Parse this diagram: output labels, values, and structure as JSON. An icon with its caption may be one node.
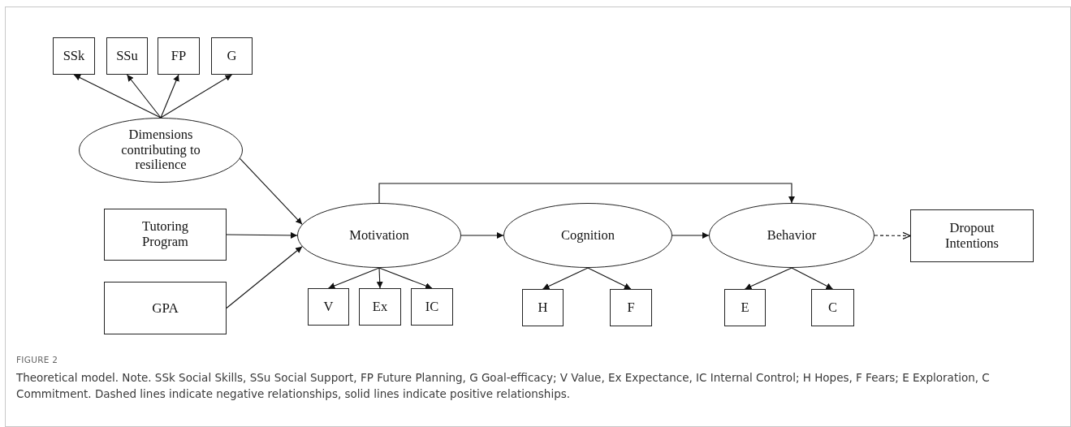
{
  "diagram": {
    "nodes": [
      {
        "text": [
          "SSk"
        ]
      },
      {
        "text": [
          "SSu"
        ]
      },
      {
        "text": [
          "FP"
        ]
      },
      {
        "text": [
          "G"
        ]
      },
      {
        "text": [
          "Dimensions contributing to resilience"
        ]
      },
      {
        "text": [
          "Tutoring Program"
        ]
      },
      {
        "text": [
          "GPA"
        ]
      },
      {
        "text": [
          "Motivation"
        ]
      },
      {
        "text": [
          "Cognition"
        ]
      },
      {
        "text": [
          "Behavior"
        ]
      },
      {
        "text": [
          "Dropout Intentions"
        ]
      },
      {
        "text": [
          "V"
        ]
      },
      {
        "text": [
          "Ex"
        ]
      },
      {
        "text": [
          "IC"
        ]
      },
      {
        "text": [
          "H"
        ]
      },
      {
        "text": [
          "F"
        ]
      },
      {
        "text": [
          "E"
        ]
      },
      {
        "text": [
          "C"
        ]
      }
    ],
    "edges": [
      {
        "from": 4,
        "to": 0,
        "arrow": "to"
      },
      {
        "from": 4,
        "to": 1,
        "arrow": "to"
      },
      {
        "from": 4,
        "to": 2,
        "arrow": "to"
      },
      {
        "from": 4,
        "to": 3,
        "arrow": "to"
      },
      {
        "from": 4,
        "to": 7,
        "arrow": "to"
      },
      {
        "from": 5,
        "to": 7,
        "arrow": "to"
      },
      {
        "from": 6,
        "to": 7,
        "arrow": "to"
      },
      {
        "from": 7,
        "to": 8,
        "arrow": "to"
      },
      {
        "from": 7,
        "to": 9,
        "arrow": "to"
      },
      {
        "from": 8,
        "to": 9,
        "arrow": "to"
      },
      {
        "from": 9,
        "to": 10,
        "arrow": "to",
        "style": "dashed"
      },
      {
        "from": 7,
        "to": 11,
        "arrow": "to"
      },
      {
        "from": 7,
        "to": 12,
        "arrow": "to"
      },
      {
        "from": 7,
        "to": 13,
        "arrow": "to"
      },
      {
        "from": 8,
        "to": 14,
        "arrow": "to"
      },
      {
        "from": 8,
        "to": 15,
        "arrow": "to"
      },
      {
        "from": 9,
        "to": 16,
        "arrow": "to"
      },
      {
        "from": 9,
        "to": 17,
        "arrow": "to"
      }
    ],
    "labels": [
      "FIGURE 2"
    ],
    "caption": "Theoretical model. Note. SSk Social Skills, SSu Social Support, FP Future Planning, G Goal-efficacy; V Value, Ex Expectance, IC Internal Control; H Hopes, F Fears; E Exploration, C Commitment. Dashed lines indicate negative relationships, solid lines indicate positive relationships."
  }
}
